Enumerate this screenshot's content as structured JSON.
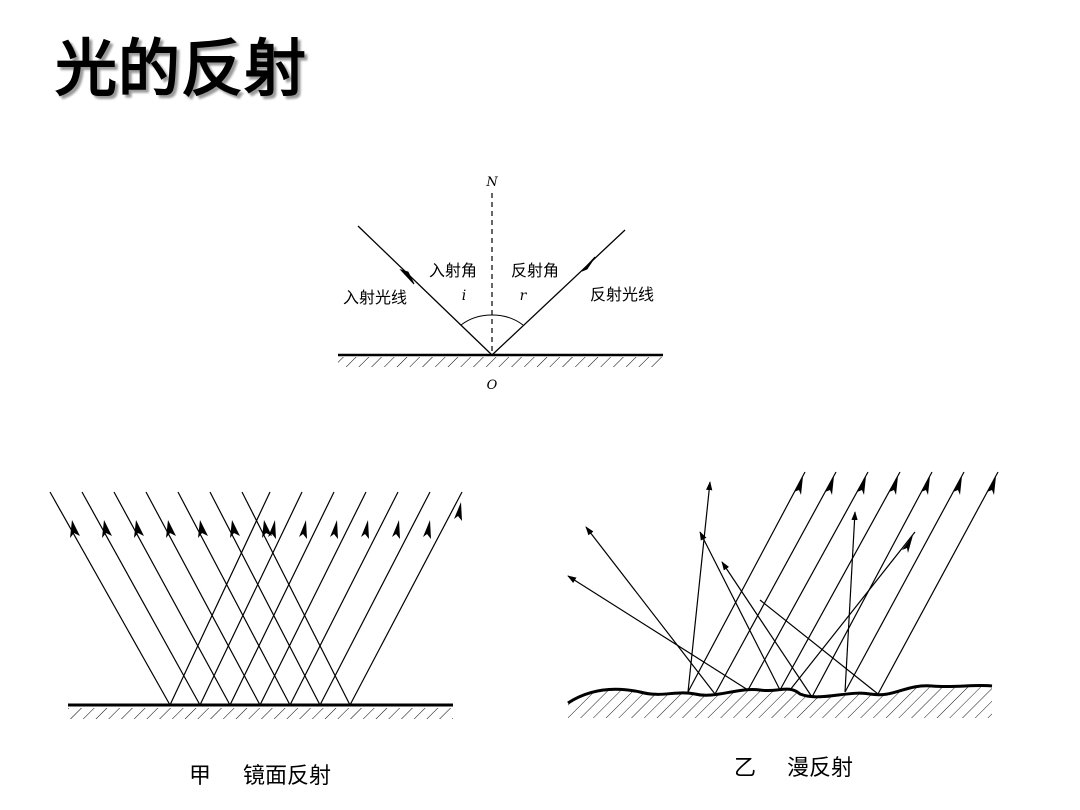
{
  "slide": {
    "title": "光的反射"
  },
  "figure_law": {
    "normal_label": "N",
    "point_label": "O",
    "incident_angle_name": "入射角",
    "reflected_angle_name": "反射角",
    "incident_angle_symbol": "i",
    "reflected_angle_symbol": "r",
    "incident_ray_label": "入射光线",
    "reflected_ray_label": "反射光线"
  },
  "figure_specular": {
    "caption_letter": "甲",
    "caption_text": "镜面反射"
  },
  "figure_diffuse": {
    "caption_letter": "乙",
    "caption_text": "漫反射"
  }
}
